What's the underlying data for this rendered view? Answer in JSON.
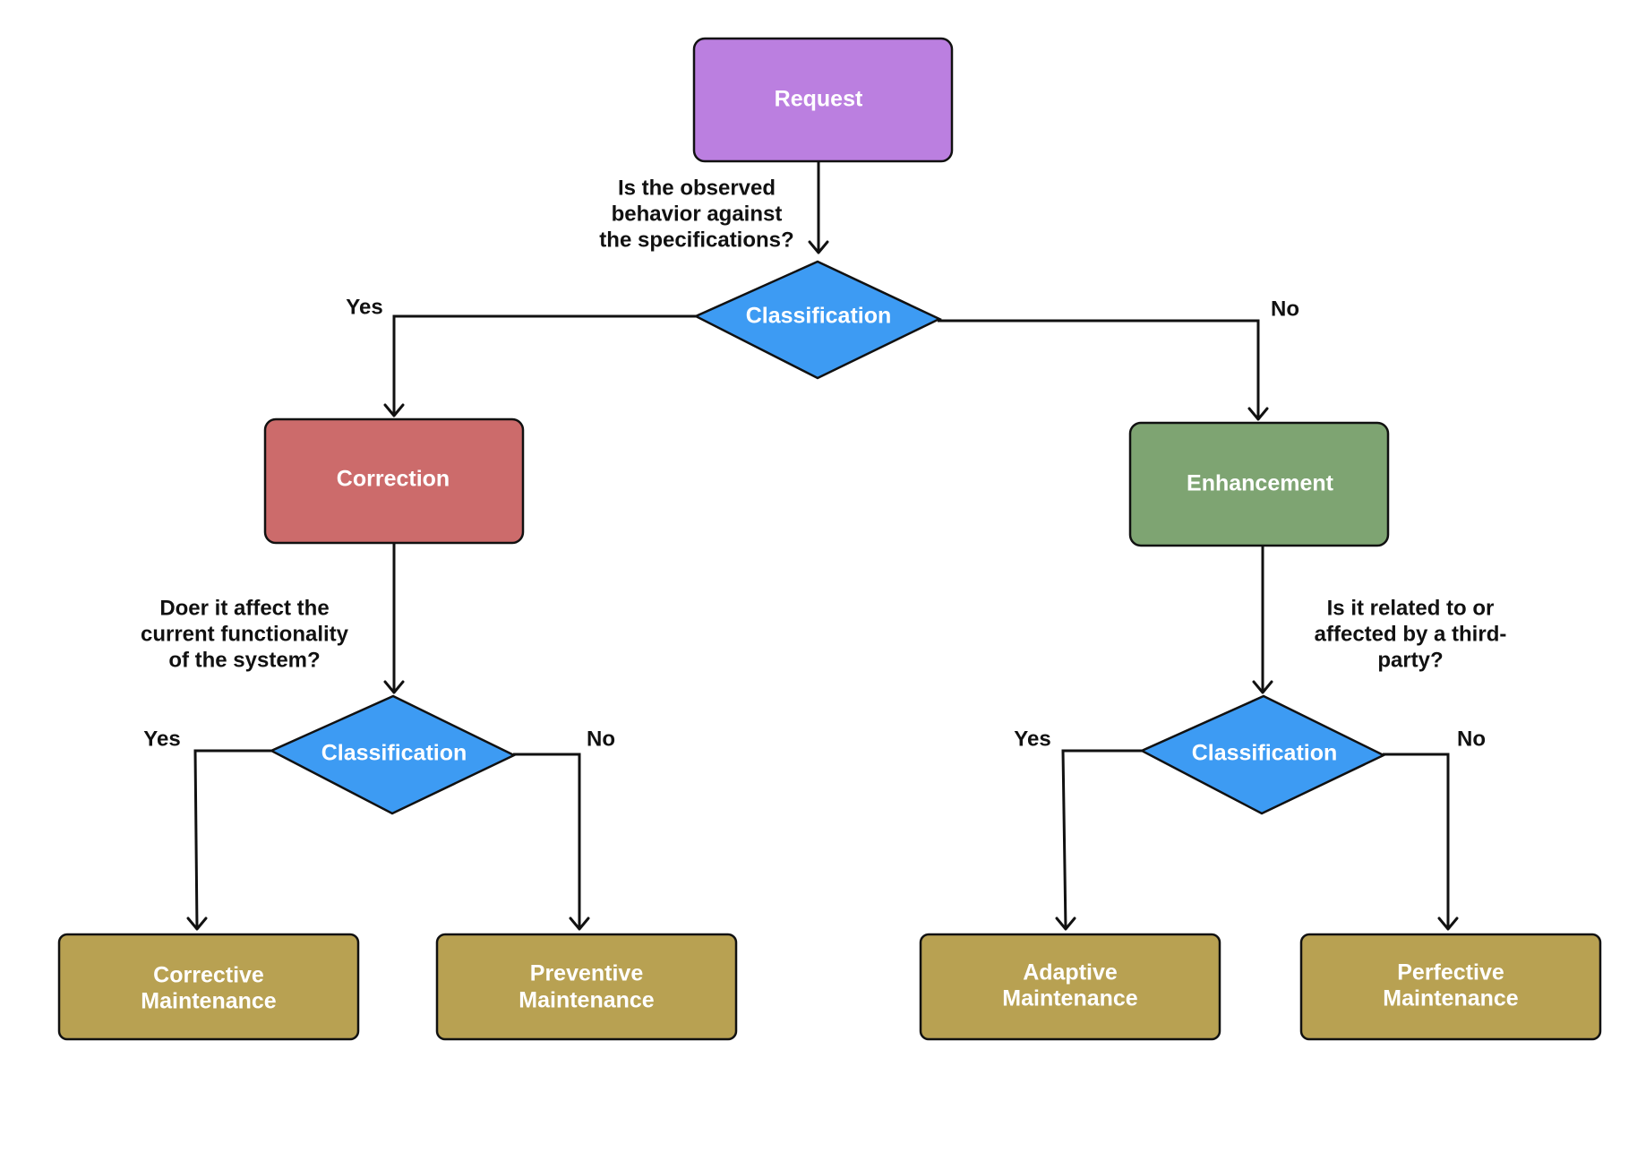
{
  "colors": {
    "request": "#bb7fe0",
    "classification": "#3d9bf3",
    "correction": "#cc6b6b",
    "enhancement": "#7ea472",
    "maintenance": "#b8a152"
  },
  "nodes": {
    "request": "Request",
    "classification_top": "Classification",
    "correction": "Correction",
    "enhancement": "Enhancement",
    "classification_left": "Classification",
    "classification_right": "Classification",
    "corrective": [
      "Corrective",
      "Maintenance"
    ],
    "preventive": [
      "Preventive",
      "Maintenance"
    ],
    "adaptive": [
      "Adaptive",
      "Maintenance"
    ],
    "perfective": [
      "Perfective",
      "Maintenance"
    ]
  },
  "questions": {
    "top": [
      "Is the observed",
      "behavior against",
      "the specifications?"
    ],
    "left": [
      "Doer it affect the",
      "current functionality",
      "of the system?"
    ],
    "right": [
      "Is it related to or",
      "affected by a third-",
      "party?"
    ]
  },
  "branch_labels": {
    "top_yes": "Yes",
    "top_no": "No",
    "left_yes": "Yes",
    "left_no": "No",
    "right_yes": "Yes",
    "right_no": "No"
  }
}
